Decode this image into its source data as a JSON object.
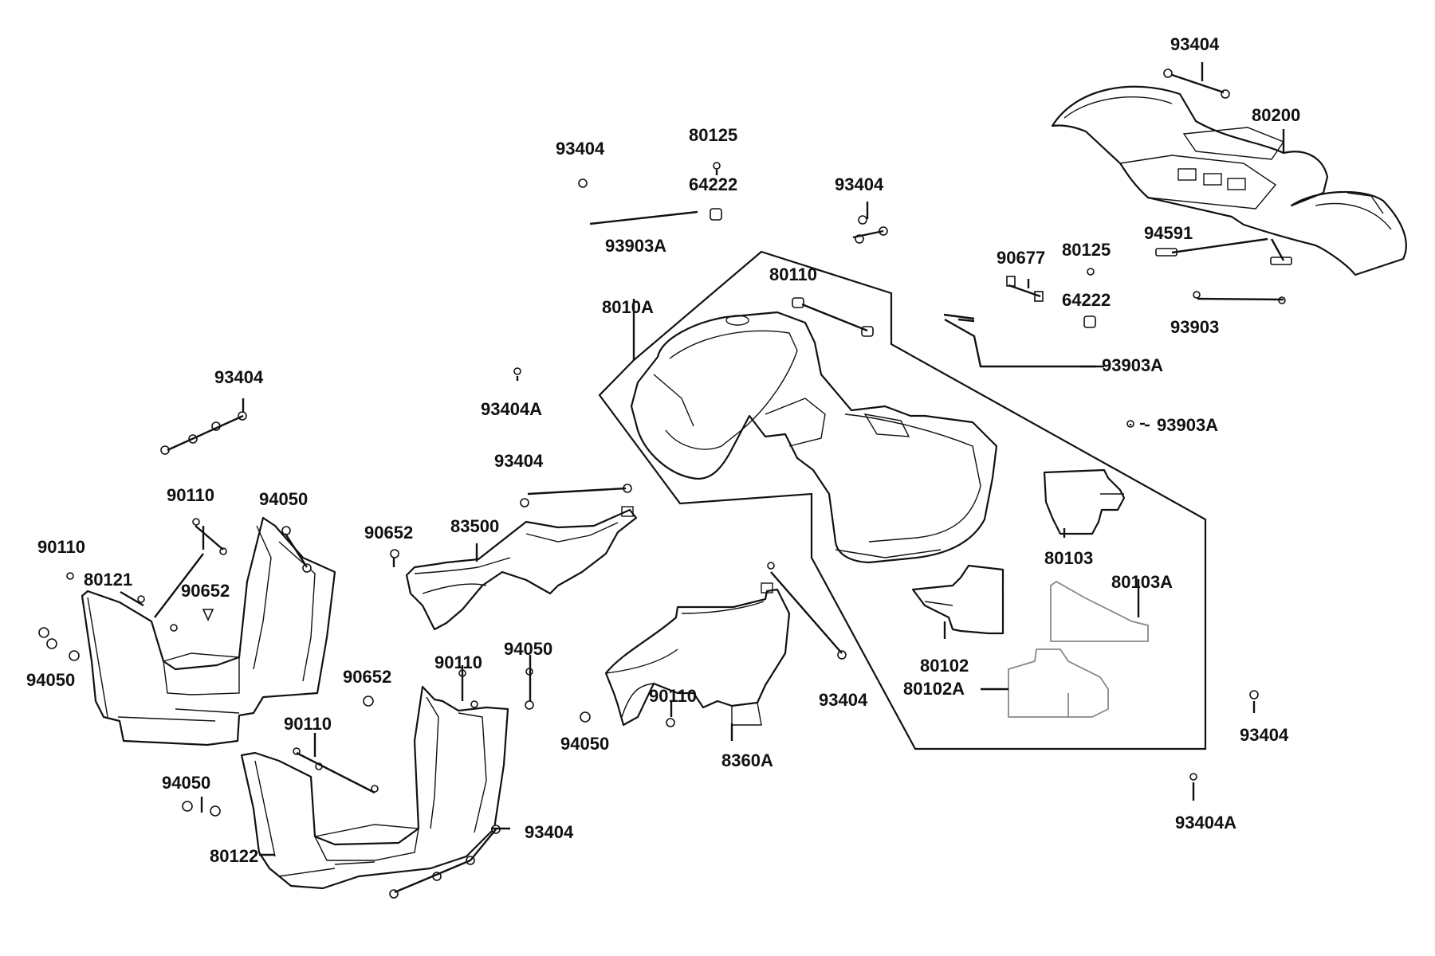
{
  "labels": {
    "l93404_tr": "93404",
    "l80200": "80200",
    "l93404_a": "93404",
    "l80125_a": "80125",
    "l64222_a": "64222",
    "l93903A_a": "93903A",
    "l93404_b": "93404",
    "l94591": "94591",
    "l90677": "90677",
    "l80125_b": "80125",
    "l64222_b": "64222",
    "l93903": "93903",
    "l80110": "80110",
    "l8010A": "8010A",
    "l93903A_b": "93903A",
    "l93903A_c": "93903A",
    "l93404_c": "93404",
    "l93404A_a": "93404A",
    "l93404_d": "93404",
    "l90110_a": "90110",
    "l94050_a": "94050",
    "l90110_b": "90110",
    "l80121": "80121",
    "l90652_a": "90652",
    "l94050_b": "94050",
    "l90652_b": "90652",
    "l83500": "83500",
    "l80103": "80103",
    "l80103A": "80103A",
    "l80102": "80102",
    "l80102A": "80102A",
    "l90652_c": "90652",
    "l90110_c": "90110",
    "l94050_c": "94050",
    "l90110_d": "90110",
    "l93404_e": "93404",
    "l90110_e": "90110",
    "l94050_d": "94050",
    "l8360A": "8360A",
    "l93404_f": "93404",
    "l94050_e": "94050",
    "l93404_g": "93404",
    "l80122": "80122",
    "l93404A_b": "93404A"
  }
}
